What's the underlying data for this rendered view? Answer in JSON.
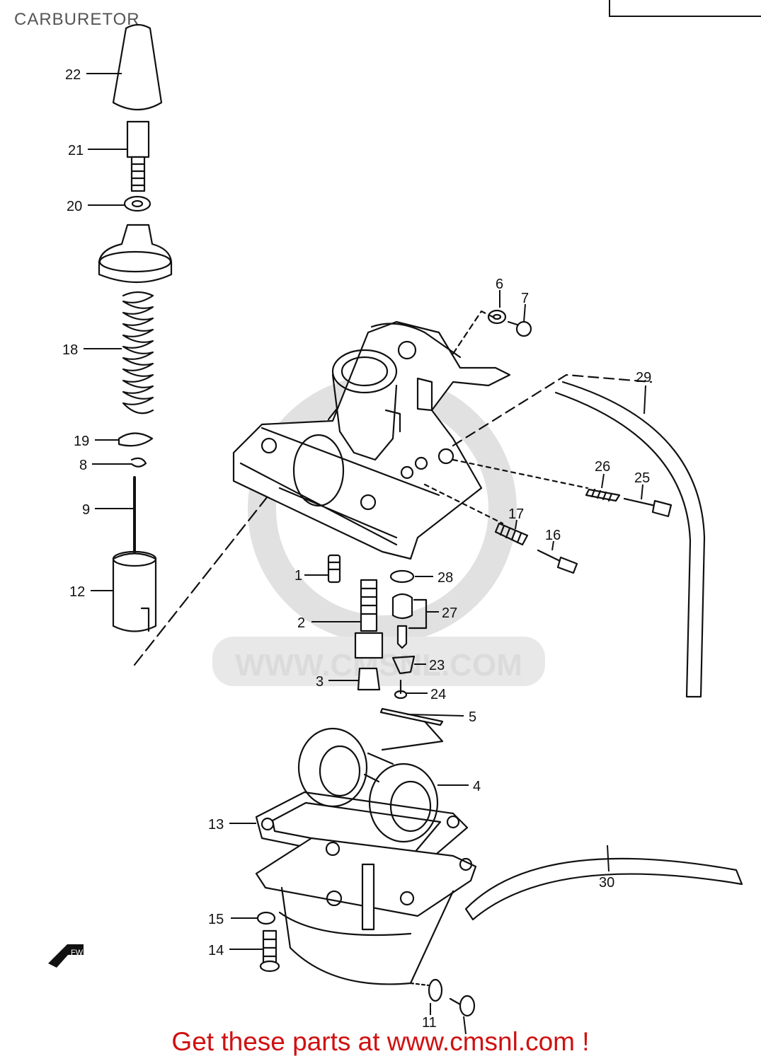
{
  "title": "CARBURETOR",
  "watermark": "WWW.CMSNL.COM",
  "fwd_label": "FWD",
  "footer": "Get these parts at www.cmsnl.com !",
  "labels": [
    "22",
    "21",
    "20",
    "18",
    "19",
    "8",
    "9",
    "12",
    "6",
    "7",
    "26",
    "25",
    "17",
    "16",
    "1",
    "2",
    "3",
    "28",
    "27",
    "23",
    "24",
    "5",
    "4",
    "13",
    "15",
    "14",
    "11",
    "30",
    "29"
  ]
}
